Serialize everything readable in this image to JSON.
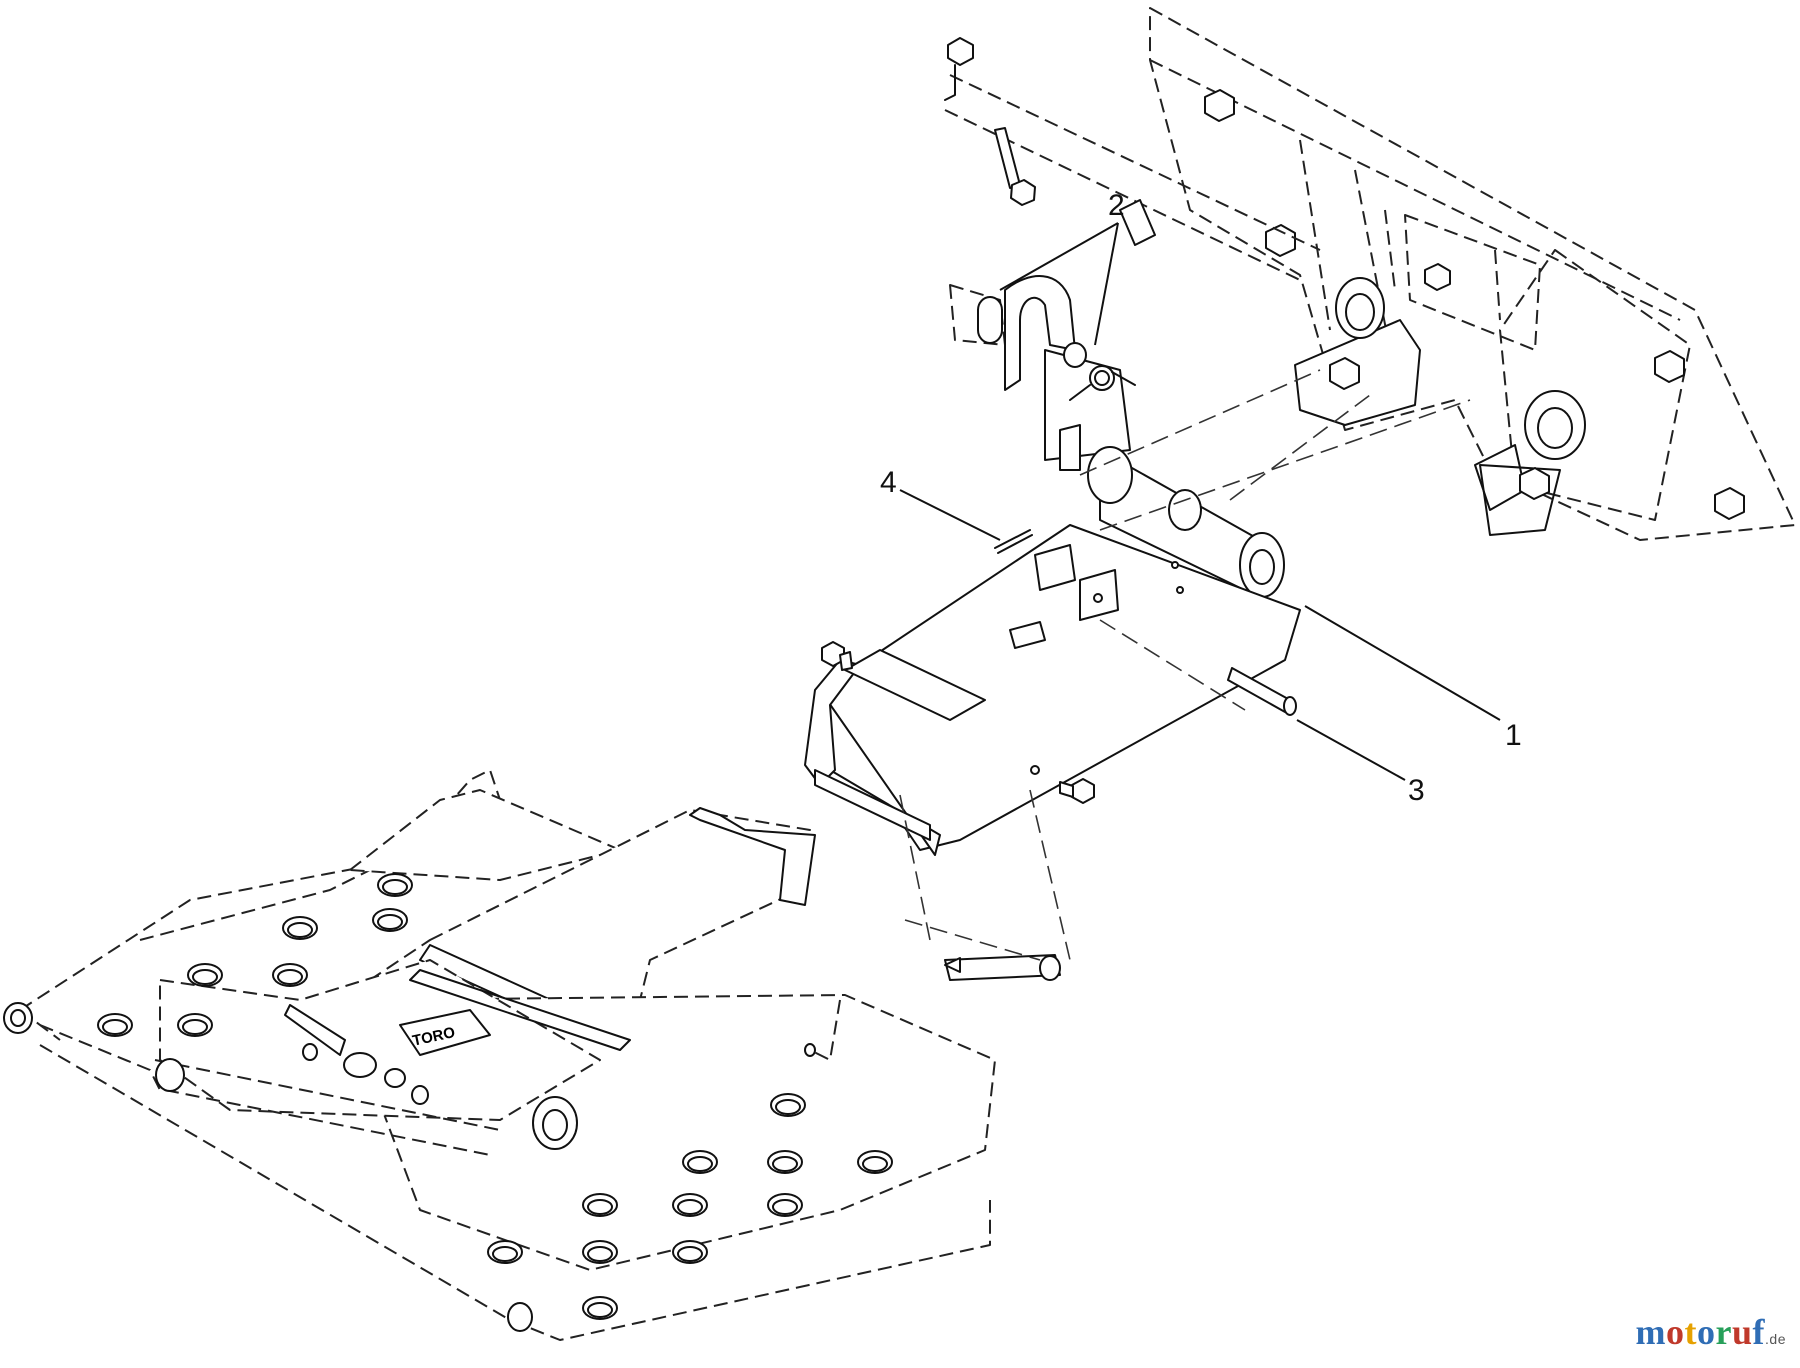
{
  "callouts": [
    {
      "id": "1",
      "label": "1"
    },
    {
      "id": "2",
      "label": "2"
    },
    {
      "id": "3",
      "label": "3"
    },
    {
      "id": "4",
      "label": "4"
    }
  ],
  "watermark": {
    "letters": [
      "m",
      "o",
      "t",
      "o",
      "r",
      "u",
      "f"
    ],
    "colors": [
      "#2f6db5",
      "#c0392b",
      "#e6a100",
      "#2f6db5",
      "#27a05a",
      "#c0392b",
      "#2f6db5"
    ],
    "tld": ".de"
  },
  "decal_text": "TORO"
}
